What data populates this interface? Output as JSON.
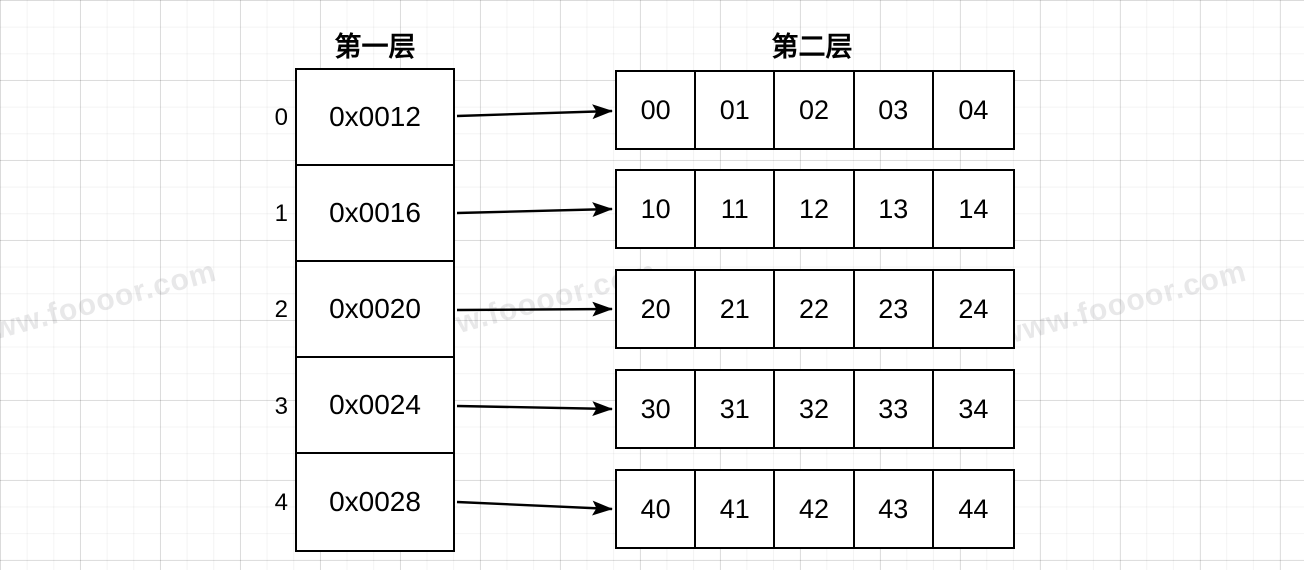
{
  "diagram": {
    "titles": {
      "level_one": "第一层",
      "level_two": "第二层"
    },
    "level_one": {
      "indices": [
        "0",
        "1",
        "2",
        "3",
        "4"
      ],
      "cells": [
        "0x0012",
        "0x0016",
        "0x0020",
        "0x0024",
        "0x0028"
      ]
    },
    "level_two": {
      "rows": [
        [
          "00",
          "01",
          "02",
          "03",
          "04"
        ],
        [
          "10",
          "11",
          "12",
          "13",
          "14"
        ],
        [
          "20",
          "21",
          "22",
          "23",
          "24"
        ],
        [
          "30",
          "31",
          "32",
          "33",
          "34"
        ],
        [
          "40",
          "41",
          "42",
          "43",
          "44"
        ]
      ]
    },
    "watermark": {
      "text": "www.foooor.com"
    },
    "colors": {
      "stroke": "#000000",
      "fill": "#ffffff",
      "grid_minor": "#f0f0f0",
      "grid_major": "#e4e4e4",
      "watermark": "#6e6e78"
    }
  }
}
